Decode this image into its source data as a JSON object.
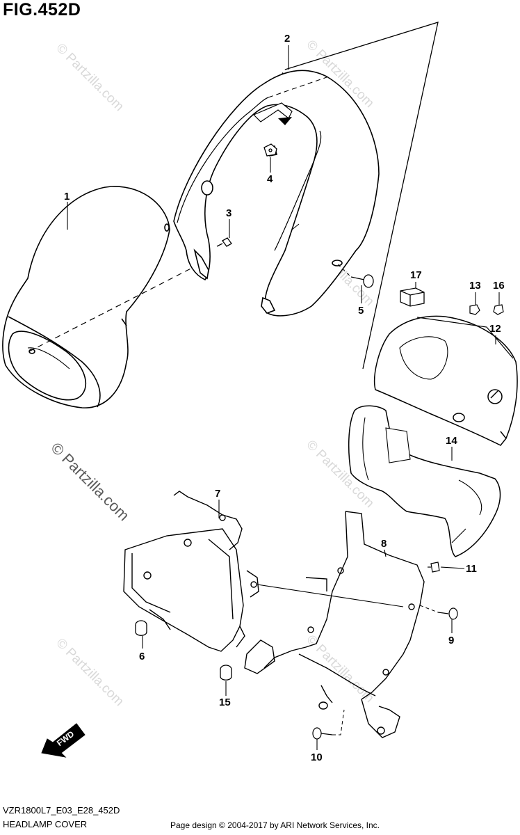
{
  "figure": {
    "title": "FIG.452D"
  },
  "callouts": [
    {
      "id": "1",
      "label": "1"
    },
    {
      "id": "2",
      "label": "2"
    },
    {
      "id": "3",
      "label": "3"
    },
    {
      "id": "4",
      "label": "4"
    },
    {
      "id": "5",
      "label": "5"
    },
    {
      "id": "6",
      "label": "6"
    },
    {
      "id": "7",
      "label": "7"
    },
    {
      "id": "8",
      "label": "8"
    },
    {
      "id": "9",
      "label": "9"
    },
    {
      "id": "10",
      "label": "10"
    },
    {
      "id": "11",
      "label": "11"
    },
    {
      "id": "12",
      "label": "12"
    },
    {
      "id": "13",
      "label": "13"
    },
    {
      "id": "14",
      "label": "14"
    },
    {
      "id": "15",
      "label": "15"
    },
    {
      "id": "16",
      "label": "16"
    },
    {
      "id": "17",
      "label": "17"
    }
  ],
  "watermark": {
    "text": "© Partzilla.com"
  },
  "direction_marker": {
    "label": "FWD"
  },
  "footer": {
    "model_code": "VZR1800L7_E03_E28_452D",
    "section_name": "HEADLAMP COVER",
    "credit": "Page design © 2004-2017 by ARI Network Services, Inc."
  }
}
